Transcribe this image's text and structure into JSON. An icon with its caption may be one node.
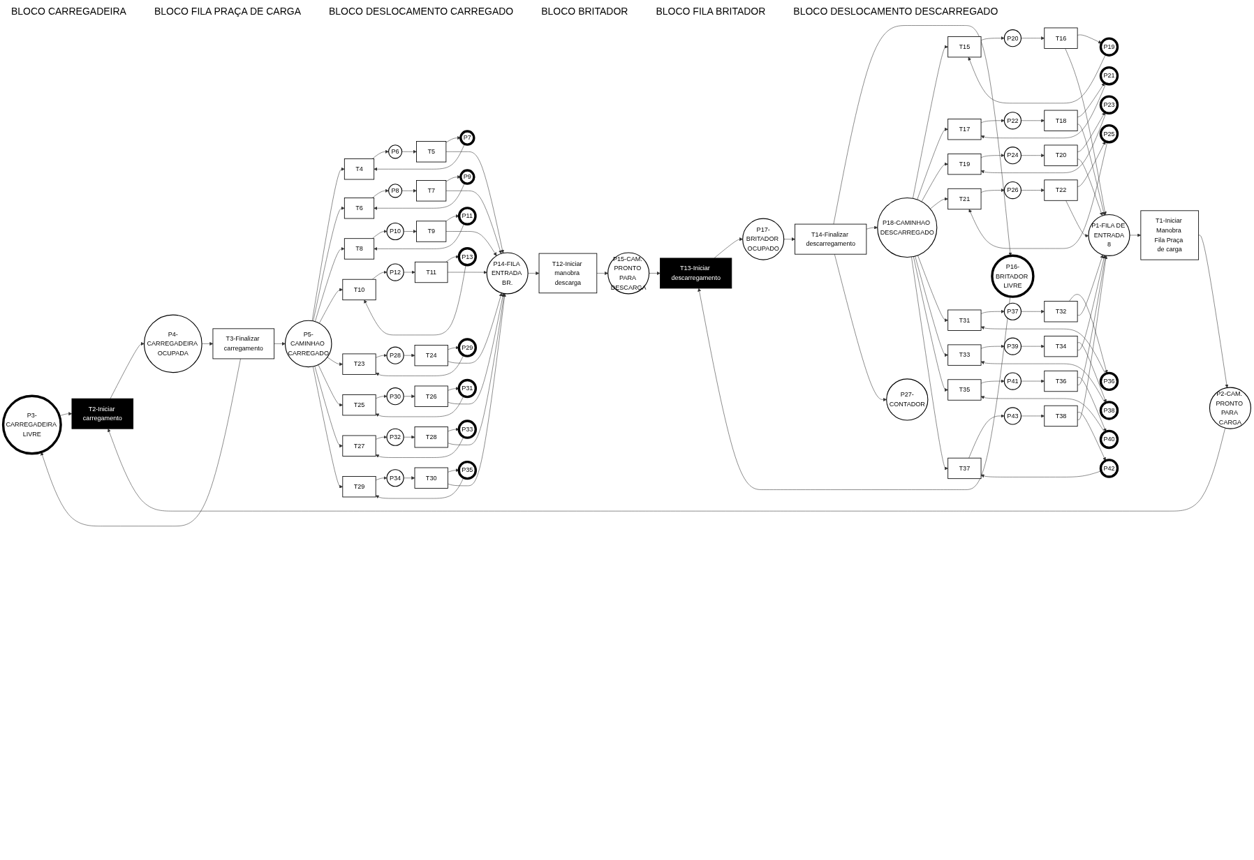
{
  "diagram": {
    "nodes": [
      {
        "text": [
          "P3-CARREGADEIRA LIVRE"
        ]
      },
      {
        "text": [
          "T1-Iniciar Manobra Fila Praça de carga"
        ]
      },
      {
        "text": [
          "P1-FILA DE ENTRADA",
          "8"
        ]
      },
      {
        "text": [
          "T2-Iniciar carregamento"
        ]
      },
      {
        "text": [
          "P2-CAM. PRONTO PARA CARGA"
        ]
      },
      {
        "text": [
          "P4-CARREGADEIRA OCUPADA"
        ]
      },
      {
        "text": [
          "T3-Finalizar carregamento"
        ]
      },
      {
        "text": [
          "P5-CAMINHAO CARREGADO"
        ]
      },
      {
        "text": [
          "T4"
        ]
      },
      {
        "text": [
          "T6"
        ]
      },
      {
        "text": [
          "T8"
        ]
      },
      {
        "text": [
          "T10"
        ]
      },
      {
        "text": [
          "T23"
        ]
      },
      {
        "text": [
          "T25"
        ]
      },
      {
        "text": [
          "T27"
        ]
      },
      {
        "text": [
          "T29"
        ]
      },
      {
        "text": [
          "P6"
        ]
      },
      {
        "text": [
          "P7"
        ]
      },
      {
        "text": [
          "P8"
        ]
      },
      {
        "text": [
          "P9"
        ]
      },
      {
        "text": [
          "P10"
        ]
      },
      {
        "text": [
          "P11"
        ]
      },
      {
        "text": [
          "P12"
        ]
      },
      {
        "text": [
          "P13"
        ]
      },
      {
        "text": [
          "P28"
        ]
      },
      {
        "text": [
          "P29"
        ]
      },
      {
        "text": [
          "P30"
        ]
      },
      {
        "text": [
          "P31"
        ]
      },
      {
        "text": [
          "P32"
        ]
      },
      {
        "text": [
          "P33"
        ]
      },
      {
        "text": [
          "P34"
        ]
      },
      {
        "text": [
          "P35"
        ]
      },
      {
        "text": [
          "T5"
        ]
      },
      {
        "text": [
          "T7"
        ]
      },
      {
        "text": [
          "T9"
        ]
      },
      {
        "text": [
          "T11"
        ]
      },
      {
        "text": [
          "T24"
        ]
      },
      {
        "text": [
          "T26"
        ]
      },
      {
        "text": [
          "T28"
        ]
      },
      {
        "text": [
          "T30"
        ]
      },
      {
        "text": [
          "P16-BRITADOR LIVRE"
        ]
      },
      {
        "text": [
          "T12-Iniciar manobra descarga"
        ]
      },
      {
        "text": [
          "P14-FILA ENTRADA BR."
        ]
      },
      {
        "text": [
          "T13-Iniciar descarregamento"
        ]
      },
      {
        "text": [
          "P15-CAM. PRONTO PARA DESCARGA"
        ]
      },
      {
        "text": [
          "P17-BRITADOR OCUPADO"
        ]
      },
      {
        "text": [
          "T14-Finalizar descarregamento"
        ]
      },
      {
        "text": [
          "P18-CAMINHAO DESCARREGADO"
        ]
      },
      {
        "text": [
          "P27-CONTADOR"
        ]
      },
      {
        "text": [
          "P19"
        ]
      },
      {
        "text": [
          "T15"
        ]
      },
      {
        "text": [
          "P20"
        ]
      },
      {
        "text": [
          "T16"
        ]
      },
      {
        "text": [
          "P21"
        ]
      },
      {
        "text": [
          "T17"
        ]
      },
      {
        "text": [
          "P22"
        ]
      },
      {
        "text": [
          "T18"
        ]
      },
      {
        "text": [
          "P23"
        ]
      },
      {
        "text": [
          "T19"
        ]
      },
      {
        "text": [
          "P24"
        ]
      },
      {
        "text": [
          "T20"
        ]
      },
      {
        "text": [
          "P25"
        ]
      },
      {
        "text": [
          "T21"
        ]
      },
      {
        "text": [
          "P26"
        ]
      },
      {
        "text": [
          "T22"
        ]
      },
      {
        "text": [
          "P36"
        ]
      },
      {
        "text": [
          "T31"
        ]
      },
      {
        "text": [
          "P37"
        ]
      },
      {
        "text": [
          "T32"
        ]
      },
      {
        "text": [
          "P38"
        ]
      },
      {
        "text": [
          "T33"
        ]
      },
      {
        "text": [
          "P39"
        ]
      },
      {
        "text": [
          "T34"
        ]
      },
      {
        "text": [
          "P40"
        ]
      },
      {
        "text": [
          "T35"
        ]
      },
      {
        "text": [
          "P41"
        ]
      },
      {
        "text": [
          "T36"
        ]
      },
      {
        "text": [
          "P42"
        ]
      },
      {
        "text": [
          "T37"
        ]
      },
      {
        "text": [
          "P43"
        ]
      },
      {
        "text": [
          "T38"
        ]
      }
    ],
    "edges": [
      {
        "from": 2,
        "to": 1,
        "arrow": "to"
      },
      {
        "from": 1,
        "to": 4,
        "arrow": "to"
      },
      {
        "from": 0,
        "to": 3,
        "arrow": "to"
      },
      {
        "from": 4,
        "to": 3,
        "arrow": "to"
      },
      {
        "from": 3,
        "to": 5,
        "arrow": "to"
      },
      {
        "from": 5,
        "to": 6,
        "arrow": "to"
      },
      {
        "from": 6,
        "to": 0,
        "arrow": "to"
      },
      {
        "from": 6,
        "to": 7,
        "arrow": "to"
      },
      {
        "from": 7,
        "to": 8,
        "arrow": "to"
      },
      {
        "from": 17,
        "to": 8,
        "arrow": "to"
      },
      {
        "from": 8,
        "to": 16,
        "arrow": "to"
      },
      {
        "from": 16,
        "to": 32,
        "arrow": "to"
      },
      {
        "from": 32,
        "to": 17,
        "arrow": "to"
      },
      {
        "from": 32,
        "to": 42,
        "arrow": "to"
      },
      {
        "from": 7,
        "to": 9,
        "arrow": "to"
      },
      {
        "from": 19,
        "to": 9,
        "arrow": "to"
      },
      {
        "from": 9,
        "to": 18,
        "arrow": "to"
      },
      {
        "from": 18,
        "to": 33,
        "arrow": "to"
      },
      {
        "from": 33,
        "to": 19,
        "arrow": "to"
      },
      {
        "from": 33,
        "to": 42,
        "arrow": "to"
      },
      {
        "from": 7,
        "to": 10,
        "arrow": "to"
      },
      {
        "from": 21,
        "to": 10,
        "arrow": "to"
      },
      {
        "from": 10,
        "to": 20,
        "arrow": "to"
      },
      {
        "from": 20,
        "to": 34,
        "arrow": "to"
      },
      {
        "from": 34,
        "to": 21,
        "arrow": "to"
      },
      {
        "from": 34,
        "to": 42,
        "arrow": "to"
      },
      {
        "from": 7,
        "to": 11,
        "arrow": "to"
      },
      {
        "from": 23,
        "to": 11,
        "arrow": "to"
      },
      {
        "from": 11,
        "to": 22,
        "arrow": "to"
      },
      {
        "from": 22,
        "to": 35,
        "arrow": "to"
      },
      {
        "from": 35,
        "to": 23,
        "arrow": "to"
      },
      {
        "from": 35,
        "to": 42,
        "arrow": "to"
      },
      {
        "from": 7,
        "to": 12,
        "arrow": "to"
      },
      {
        "from": 25,
        "to": 12,
        "arrow": "to"
      },
      {
        "from": 12,
        "to": 24,
        "arrow": "to"
      },
      {
        "from": 24,
        "to": 36,
        "arrow": "to"
      },
      {
        "from": 36,
        "to": 25,
        "arrow": "to"
      },
      {
        "from": 36,
        "to": 42,
        "arrow": "to"
      },
      {
        "from": 7,
        "to": 13,
        "arrow": "to"
      },
      {
        "from": 27,
        "to": 13,
        "arrow": "to"
      },
      {
        "from": 13,
        "to": 26,
        "arrow": "to"
      },
      {
        "from": 26,
        "to": 37,
        "arrow": "to"
      },
      {
        "from": 37,
        "to": 27,
        "arrow": "to"
      },
      {
        "from": 37,
        "to": 42,
        "arrow": "to"
      },
      {
        "from": 7,
        "to": 14,
        "arrow": "to"
      },
      {
        "from": 29,
        "to": 14,
        "arrow": "to"
      },
      {
        "from": 14,
        "to": 28,
        "arrow": "to"
      },
      {
        "from": 28,
        "to": 38,
        "arrow": "to"
      },
      {
        "from": 38,
        "to": 29,
        "arrow": "to"
      },
      {
        "from": 38,
        "to": 42,
        "arrow": "to"
      },
      {
        "from": 7,
        "to": 15,
        "arrow": "to"
      },
      {
        "from": 31,
        "to": 15,
        "arrow": "to"
      },
      {
        "from": 15,
        "to": 30,
        "arrow": "to"
      },
      {
        "from": 30,
        "to": 39,
        "arrow": "to"
      },
      {
        "from": 39,
        "to": 31,
        "arrow": "to"
      },
      {
        "from": 39,
        "to": 42,
        "arrow": "to"
      },
      {
        "from": 42,
        "to": 41,
        "arrow": "to"
      },
      {
        "from": 41,
        "to": 44,
        "arrow": "to"
      },
      {
        "from": 40,
        "to": 43,
        "arrow": "to"
      },
      {
        "from": 44,
        "to": 43,
        "arrow": "to"
      },
      {
        "from": 43,
        "to": 45,
        "arrow": "to"
      },
      {
        "from": 45,
        "to": 46,
        "arrow": "to"
      },
      {
        "from": 46,
        "to": 40,
        "arrow": "to"
      },
      {
        "from": 46,
        "to": 47,
        "arrow": "to"
      },
      {
        "from": 46,
        "to": 48,
        "arrow": "to"
      },
      {
        "from": 47,
        "to": 50,
        "arrow": "to"
      },
      {
        "from": 49,
        "to": 50,
        "arrow": "to"
      },
      {
        "from": 50,
        "to": 51,
        "arrow": "to"
      },
      {
        "from": 51,
        "to": 52,
        "arrow": "to"
      },
      {
        "from": 52,
        "to": 49,
        "arrow": "to"
      },
      {
        "from": 52,
        "to": 2,
        "arrow": "to"
      },
      {
        "from": 47,
        "to": 54,
        "arrow": "to"
      },
      {
        "from": 53,
        "to": 54,
        "arrow": "to"
      },
      {
        "from": 54,
        "to": 55,
        "arrow": "to"
      },
      {
        "from": 55,
        "to": 56,
        "arrow": "to"
      },
      {
        "from": 56,
        "to": 53,
        "arrow": "to"
      },
      {
        "from": 56,
        "to": 2,
        "arrow": "to"
      },
      {
        "from": 47,
        "to": 58,
        "arrow": "to"
      },
      {
        "from": 57,
        "to": 58,
        "arrow": "to"
      },
      {
        "from": 58,
        "to": 59,
        "arrow": "to"
      },
      {
        "from": 59,
        "to": 60,
        "arrow": "to"
      },
      {
        "from": 60,
        "to": 57,
        "arrow": "to"
      },
      {
        "from": 60,
        "to": 2,
        "arrow": "to"
      },
      {
        "from": 47,
        "to": 62,
        "arrow": "to"
      },
      {
        "from": 61,
        "to": 62,
        "arrow": "to"
      },
      {
        "from": 62,
        "to": 63,
        "arrow": "to"
      },
      {
        "from": 63,
        "to": 64,
        "arrow": "to"
      },
      {
        "from": 64,
        "to": 61,
        "arrow": "to"
      },
      {
        "from": 64,
        "to": 2,
        "arrow": "to"
      },
      {
        "from": 47,
        "to": 66,
        "arrow": "to"
      },
      {
        "from": 65,
        "to": 66,
        "arrow": "to"
      },
      {
        "from": 66,
        "to": 67,
        "arrow": "to"
      },
      {
        "from": 67,
        "to": 68,
        "arrow": "to"
      },
      {
        "from": 68,
        "to": 65,
        "arrow": "to"
      },
      {
        "from": 68,
        "to": 2,
        "arrow": "to"
      },
      {
        "from": 47,
        "to": 70,
        "arrow": "to"
      },
      {
        "from": 69,
        "to": 70,
        "arrow": "to"
      },
      {
        "from": 70,
        "to": 71,
        "arrow": "to"
      },
      {
        "from": 71,
        "to": 72,
        "arrow": "to"
      },
      {
        "from": 72,
        "to": 69,
        "arrow": "to"
      },
      {
        "from": 72,
        "to": 2,
        "arrow": "to"
      },
      {
        "from": 47,
        "to": 74,
        "arrow": "to"
      },
      {
        "from": 73,
        "to": 74,
        "arrow": "to"
      },
      {
        "from": 74,
        "to": 75,
        "arrow": "to"
      },
      {
        "from": 75,
        "to": 76,
        "arrow": "to"
      },
      {
        "from": 76,
        "to": 73,
        "arrow": "to"
      },
      {
        "from": 76,
        "to": 2,
        "arrow": "to"
      },
      {
        "from": 47,
        "to": 78,
        "arrow": "to"
      },
      {
        "from": 77,
        "to": 78,
        "arrow": "to"
      },
      {
        "from": 78,
        "to": 79,
        "arrow": "to"
      },
      {
        "from": 79,
        "to": 80,
        "arrow": "to"
      },
      {
        "from": 80,
        "to": 77,
        "arrow": "to"
      },
      {
        "from": 80,
        "to": 2,
        "arrow": "to"
      }
    ],
    "labels": [
      "BLOCO CARREGADEIRA",
      "BLOCO FILA PRAÇA DE CARGA",
      "BLOCO DESLOCAMENTO CARREGADO",
      "BLOCO BRITADOR",
      "BLOCO FILA BRITADOR",
      "BLOCO DESLOCAMENTO DESCARREGADO"
    ]
  }
}
